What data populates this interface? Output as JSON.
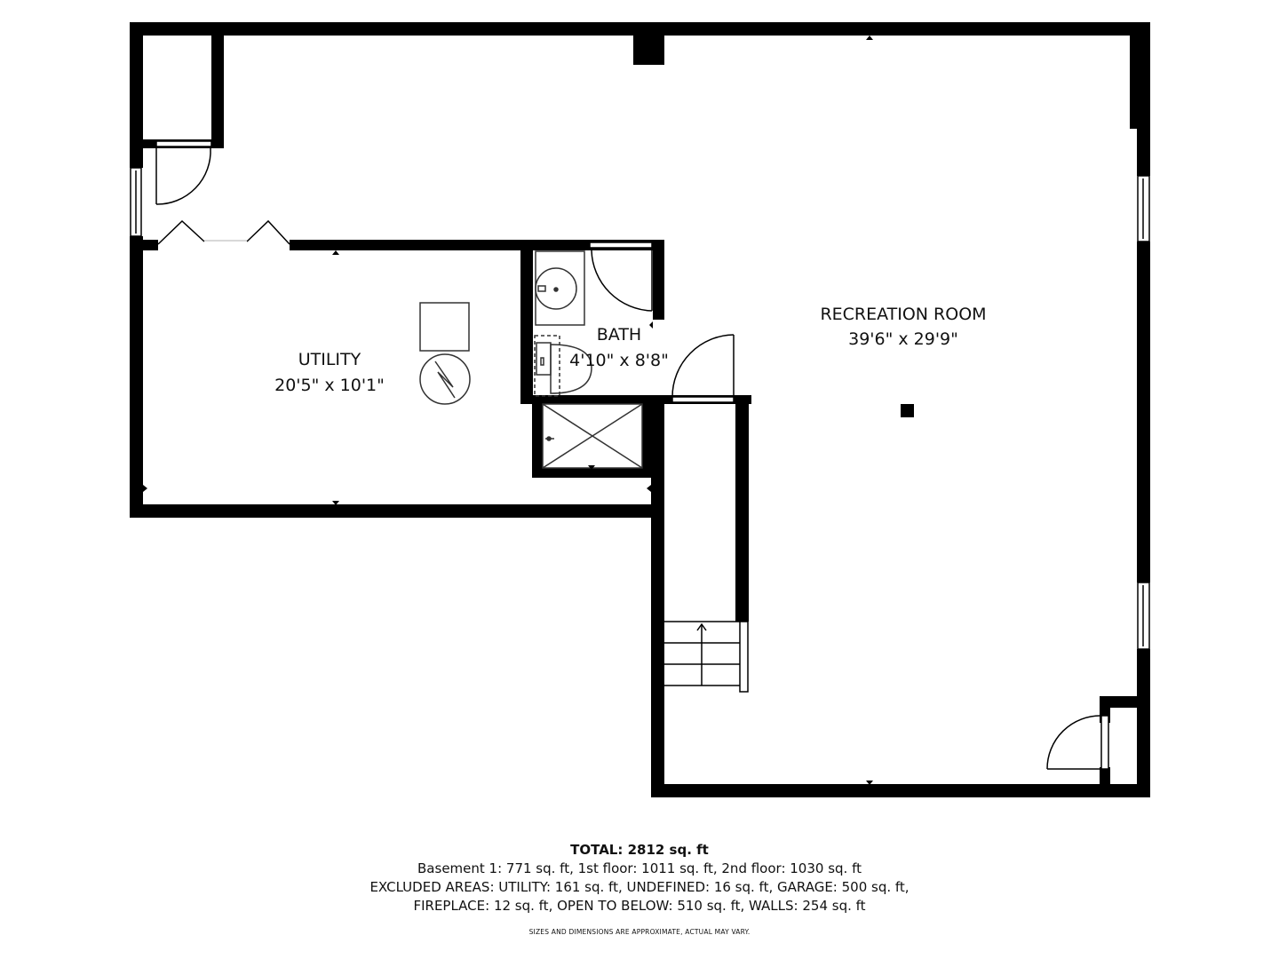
{
  "rooms": {
    "recreation": {
      "name": "RECREATION ROOM",
      "dims": "39'6\" x 29'9\""
    },
    "utility": {
      "name": "UTILITY",
      "dims": "20'5\" x 10'1\""
    },
    "bath": {
      "name": "BATH",
      "dims": "4'10\" x 8'8\""
    }
  },
  "footer": {
    "total": "TOTAL: 2812 sq. ft",
    "line1": "Basement 1: 771 sq. ft, 1st floor: 1011 sq. ft, 2nd floor: 1030 sq. ft",
    "line2": "EXCLUDED AREAS: UTILITY: 161 sq. ft, UNDEFINED: 16 sq. ft, GARAGE: 500 sq. ft,",
    "line3": "FIREPLACE: 12 sq. ft, OPEN TO BELOW: 510 sq. ft, WALLS: 254 sq. ft",
    "disclaimer": "SIZES AND DIMENSIONS ARE APPROXIMATE, ACTUAL MAY VARY."
  },
  "colors": {
    "wall": "#000000",
    "background": "#ffffff",
    "fixture": "#333333"
  }
}
